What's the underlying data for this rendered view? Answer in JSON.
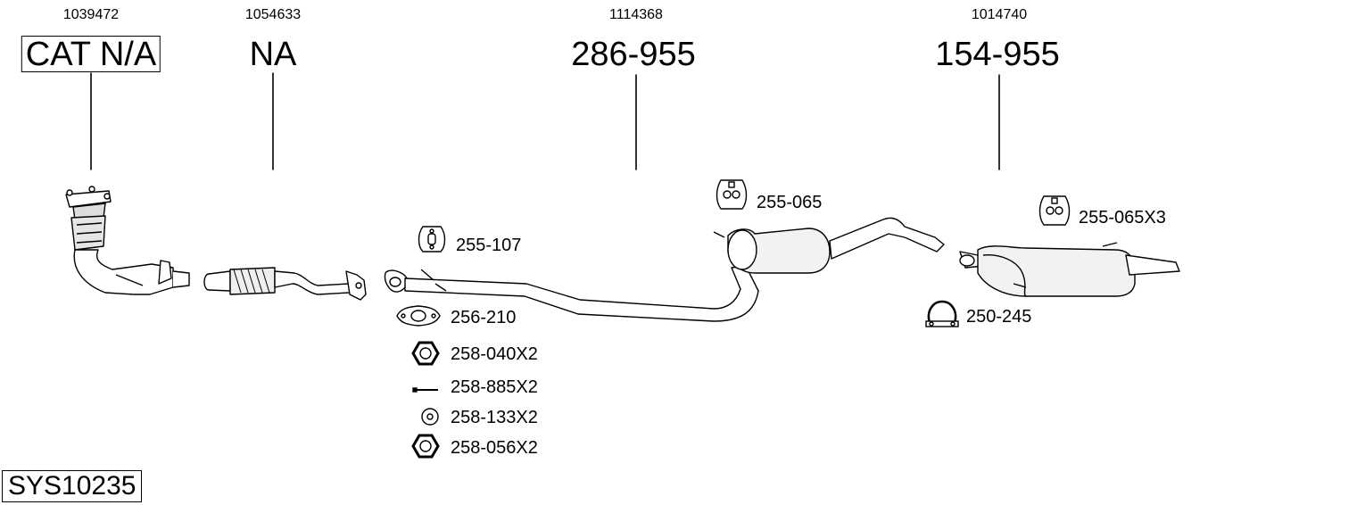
{
  "diagram": {
    "system_code": "SYS10235",
    "groups": [
      {
        "oe_number": "1039472",
        "part_code": "CAT N/A",
        "boxed": true
      },
      {
        "oe_number": "1054633",
        "part_code": "NA",
        "boxed": false
      },
      {
        "oe_number": "1114368",
        "part_code": "286-955",
        "boxed": false
      },
      {
        "oe_number": "1014740",
        "part_code": "154-955",
        "boxed": false
      }
    ],
    "accessories": [
      {
        "code": "255-107",
        "icon": "rubber-hanger-icon"
      },
      {
        "code": "256-210",
        "icon": "flange-gasket-icon"
      },
      {
        "code": "258-040X2",
        "icon": "hex-nut-icon"
      },
      {
        "code": "258-885X2",
        "icon": "bolt-icon"
      },
      {
        "code": "258-133X2",
        "icon": "washer-icon"
      },
      {
        "code": "258-056X2",
        "icon": "hex-nut-icon"
      },
      {
        "code": "255-065",
        "icon": "rubber-hanger-icon"
      },
      {
        "code": "255-065X3",
        "icon": "rubber-hanger-icon"
      },
      {
        "code": "250-245",
        "icon": "pipe-clamp-icon"
      }
    ]
  }
}
